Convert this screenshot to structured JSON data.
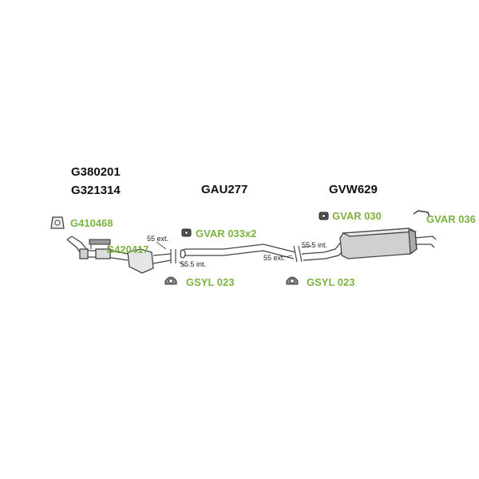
{
  "colors": {
    "accent": "#7bb241",
    "line": "#444444",
    "fill": "#bdbdbd"
  },
  "part_labels": {
    "manifold_a": "G380201",
    "manifold_b": "G321314",
    "middle_pipe": "GAU277",
    "rear_silencer": "GVW629"
  },
  "accessory_labels": {
    "gasket_front": "G410468",
    "mount_front": "G420417",
    "hanger_middle": "GVAR 033x2",
    "clamp_left": "GSYL 023",
    "hanger_rear": "GVAR 030",
    "bracket_tail": "GVAR 036",
    "clamp_right": "GSYL 023"
  },
  "dimensions": {
    "front_ext": "55 ext.",
    "front_int": "55.5 int.",
    "rear_ext": "55 ext.",
    "rear_int": "55.5 int."
  },
  "icons": [
    "gasket-icon",
    "mount-icon",
    "hanger-icon",
    "clamp-icon",
    "bracket-icon"
  ]
}
